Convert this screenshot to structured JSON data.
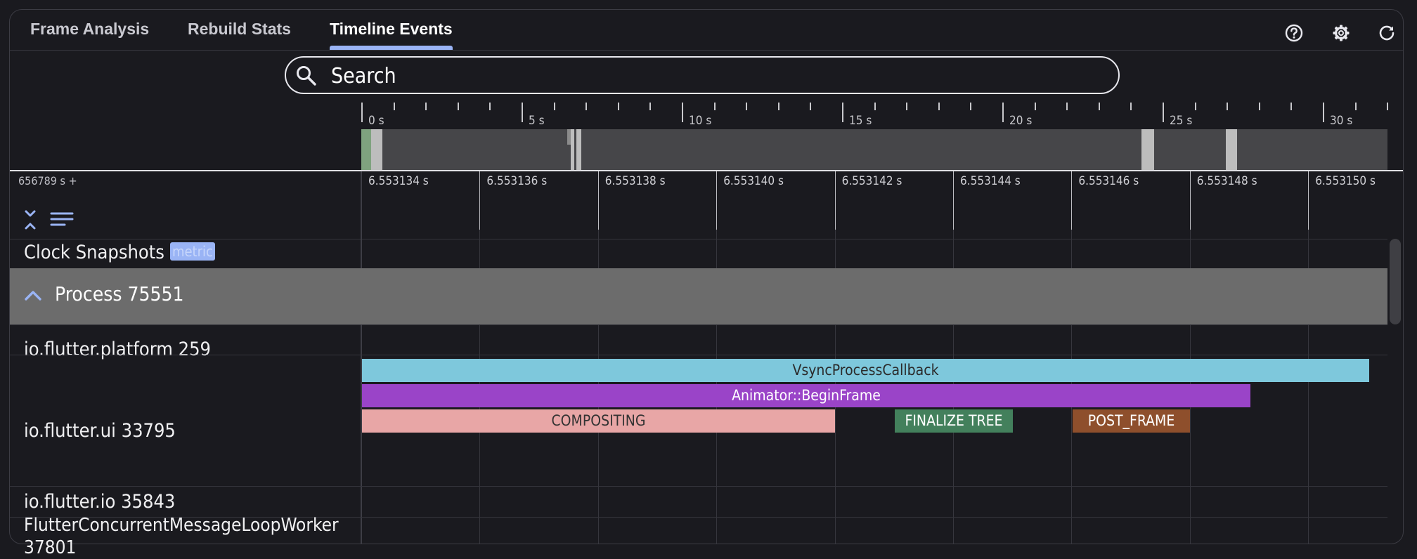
{
  "tabs": [
    {
      "label": "Frame Analysis",
      "active": false
    },
    {
      "label": "Rebuild Stats",
      "active": false
    },
    {
      "label": "Timeline Events",
      "active": true
    }
  ],
  "toolbar_icons": [
    "help-icon",
    "gear-icon",
    "refresh-icon"
  ],
  "search": {
    "placeholder": "Search",
    "value": ""
  },
  "overview_ruler": {
    "labels": [
      "0 s",
      "5 s",
      "10 s",
      "15 s",
      "20 s",
      "25 s",
      "30 s"
    ]
  },
  "timeline": {
    "offset_label": "656789 s +",
    "time_labels": [
      "6.553134 s",
      "6.553136 s",
      "6.553138 s",
      "6.553140 s",
      "6.553142 s",
      "6.553144 s",
      "6.553146 s",
      "6.553148 s",
      "6.553150 s"
    ]
  },
  "rows": {
    "clock": {
      "label": "Clock Snapshots",
      "badge": "metric"
    },
    "process": {
      "label": "Process 75551"
    },
    "platform": {
      "label": "io.flutter.platform 259"
    },
    "ui": {
      "label": "io.flutter.ui 33795"
    },
    "io": {
      "label": "io.flutter.io 35843"
    },
    "worker": {
      "label": "FlutterConcurrentMessageLoopWorker 37801"
    }
  },
  "events": [
    {
      "name": "VsyncProcessCallback",
      "color": "#7ec8dc",
      "text_color": "#2a2a2a"
    },
    {
      "name": "Animator::BeginFrame",
      "color": "#9a44c8",
      "text_color": "#ffffff"
    },
    {
      "name": "COMPOSITING",
      "color": "#e8a6a6",
      "text_color": "#333333"
    },
    {
      "name": "FINALIZE TREE",
      "color": "#43805c",
      "text_color": "#ffffff"
    },
    {
      "name": "POST_FRAME",
      "color": "#8e4f2c",
      "text_color": "#ffffff"
    }
  ]
}
